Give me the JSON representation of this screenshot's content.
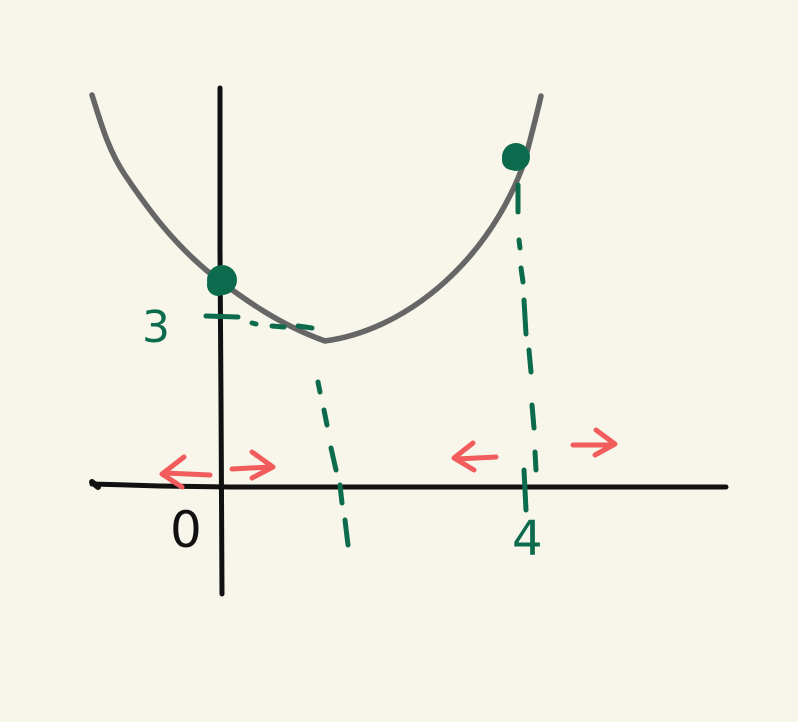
{
  "colors": {
    "background": "#f8f6ea",
    "axis": "#111111",
    "curve": "#666666",
    "accent_green": "#0b6b4c",
    "arrow_red": "#f25c5c",
    "zero_label": "#111111"
  },
  "labels": {
    "origin": "0",
    "y_intercept_value": "3",
    "point_x_value": "4"
  },
  "arrows": [
    {
      "name": "arrow-left-near-origin",
      "direction": "left",
      "color": "arrow_red"
    },
    {
      "name": "arrow-right-near-origin",
      "direction": "right",
      "color": "arrow_red"
    },
    {
      "name": "arrow-left-near-four",
      "direction": "left",
      "color": "arrow_red"
    },
    {
      "name": "arrow-right-near-four",
      "direction": "right",
      "color": "arrow_red"
    }
  ],
  "points": [
    {
      "name": "y-intercept-point",
      "label": "3"
    },
    {
      "name": "point-at-four",
      "label": "4"
    }
  ]
}
